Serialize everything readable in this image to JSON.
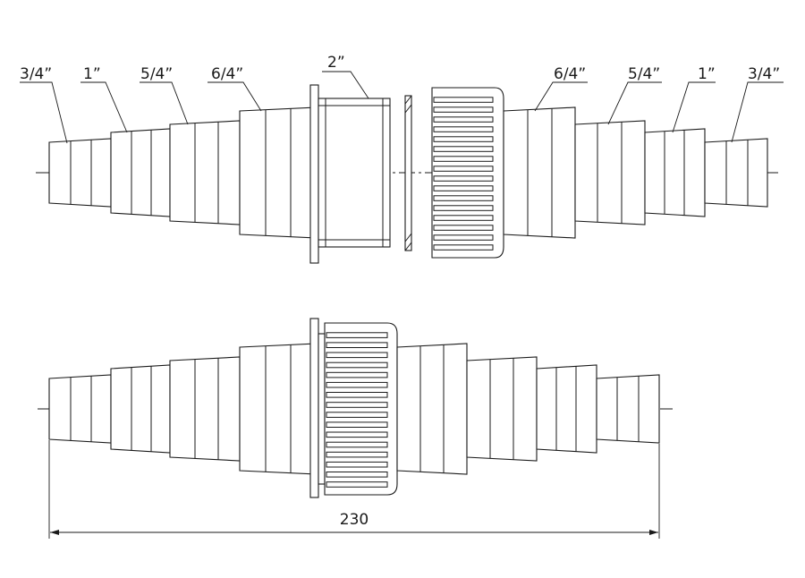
{
  "labels": {
    "left_3_4": "3/4”",
    "left_1": "1”",
    "left_5_4": "5/4”",
    "left_6_4": "6/4”",
    "center_2": "2”",
    "right_6_4": "6/4”",
    "right_5_4": "5/4”",
    "right_1": "1”",
    "right_3_4": "3/4”"
  },
  "dimension": {
    "total_length": "230"
  }
}
